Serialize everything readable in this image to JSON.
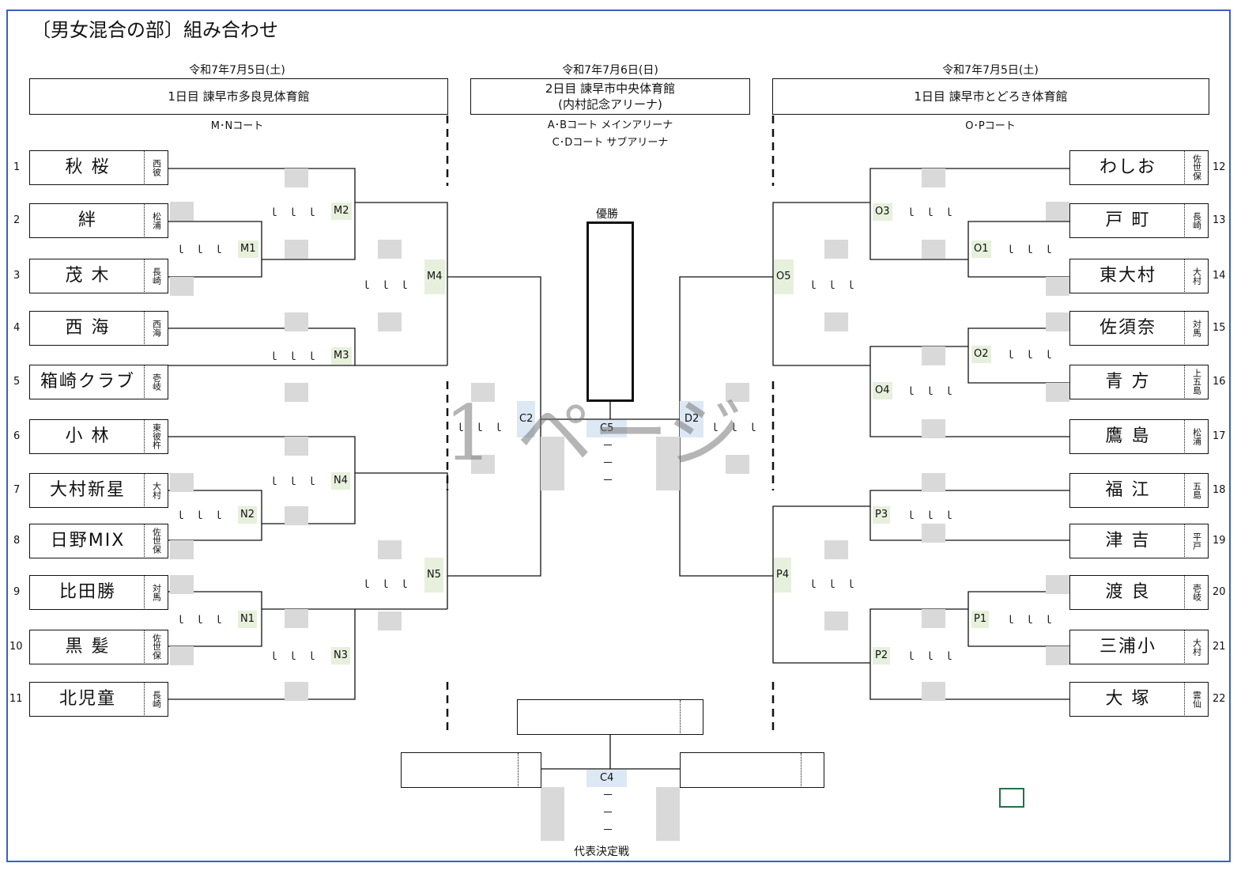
{
  "title": "〔男女混合の部〕組み合わせ",
  "left": {
    "date": "令和7年7月5日(土)",
    "venue": "1日目 諫早市多良見体育館",
    "court": "M･Nコート"
  },
  "center": {
    "date": "令和7年7月6日(日)",
    "venue_line1": "2日目 諫早市中央体育館",
    "venue_line2": "(内村記念アリーナ)",
    "court_line1": "A･Bコート メインアリーナ",
    "court_line2": "C･Dコート サブアリーナ",
    "champion_label": "優勝",
    "rep_label": "代表決定戦"
  },
  "right": {
    "date": "令和7年7月5日(土)",
    "venue": "1日目 諫早市とどろき体育館",
    "court": "O･Pコート"
  },
  "watermark": "1 ページ",
  "left_teams": [
    {
      "num": "1",
      "name": "秋 桜",
      "region": "西彼"
    },
    {
      "num": "2",
      "name": "絆",
      "region": "松浦"
    },
    {
      "num": "3",
      "name": "茂 木",
      "region": "長崎"
    },
    {
      "num": "4",
      "name": "西 海",
      "region": "西海"
    },
    {
      "num": "5",
      "name": "箱崎クラブ",
      "region": "壱岐"
    },
    {
      "num": "6",
      "name": "小 林",
      "region": "東彼杵"
    },
    {
      "num": "7",
      "name": "大村新星",
      "region": "大村"
    },
    {
      "num": "8",
      "name": "日野MIX",
      "region": "佐世保"
    },
    {
      "num": "9",
      "name": "比田勝",
      "region": "対馬"
    },
    {
      "num": "10",
      "name": "黒 髪",
      "region": "佐世保"
    },
    {
      "num": "11",
      "name": "北児童",
      "region": "長崎"
    }
  ],
  "right_teams": [
    {
      "num": "12",
      "name": "わしお",
      "region": "佐世保"
    },
    {
      "num": "13",
      "name": "戸 町",
      "region": "長崎"
    },
    {
      "num": "14",
      "name": "東大村",
      "region": "大村"
    },
    {
      "num": "15",
      "name": "佐須奈",
      "region": "対馬"
    },
    {
      "num": "16",
      "name": "青 方",
      "region": "上五島"
    },
    {
      "num": "17",
      "name": "鷹 島",
      "region": "松浦"
    },
    {
      "num": "18",
      "name": "福 江",
      "region": "五島"
    },
    {
      "num": "19",
      "name": "津 吉",
      "region": "平戸"
    },
    {
      "num": "20",
      "name": "渡 良",
      "region": "壱岐"
    },
    {
      "num": "21",
      "name": "三浦小",
      "region": "大村"
    },
    {
      "num": "22",
      "name": "大 塚",
      "region": "雲仙"
    }
  ],
  "matches": {
    "M1": "M1",
    "M2": "M2",
    "M3": "M3",
    "M4": "M4",
    "N1": "N1",
    "N2": "N2",
    "N3": "N3",
    "N4": "N4",
    "N5": "N5",
    "O1": "O1",
    "O2": "O2",
    "O3": "O3",
    "O4": "O4",
    "O5": "O5",
    "P1": "P1",
    "P2": "P2",
    "P3": "P3",
    "P4": "P4",
    "C2": "C2",
    "C5": "C5",
    "D2": "D2",
    "C4": "C4"
  },
  "ticks": "ｌｌｌ",
  "dash": "－",
  "colors": {
    "frame": "#3b5fc4",
    "match_green": "#e6f0dc",
    "match_blue": "#dde8f5",
    "gray": "#d9d9d9"
  }
}
